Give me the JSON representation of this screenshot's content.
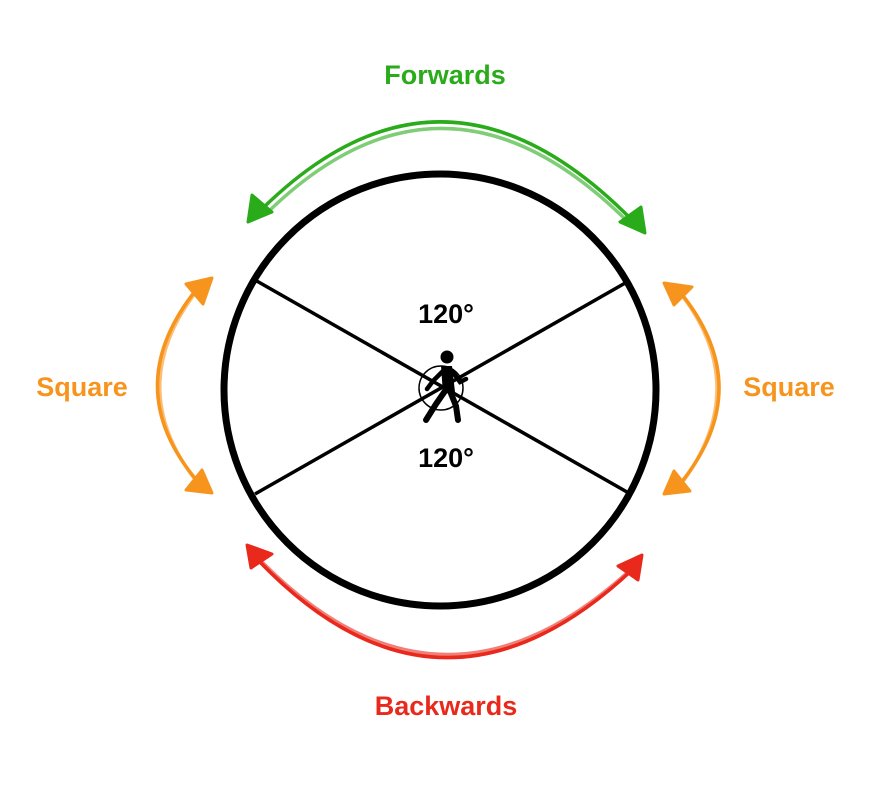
{
  "labels": {
    "forwards": "Forwards",
    "backwards": "Backwards",
    "square_left": "Square",
    "square_right": "Square",
    "angle_top": "120°",
    "angle_bottom": "120°"
  },
  "colors": {
    "forwards": "#2aab1a",
    "square": "#f7941d",
    "backwards": "#e8291c",
    "outline": "#000000"
  },
  "icons": {
    "center": "person-walking-icon"
  }
}
